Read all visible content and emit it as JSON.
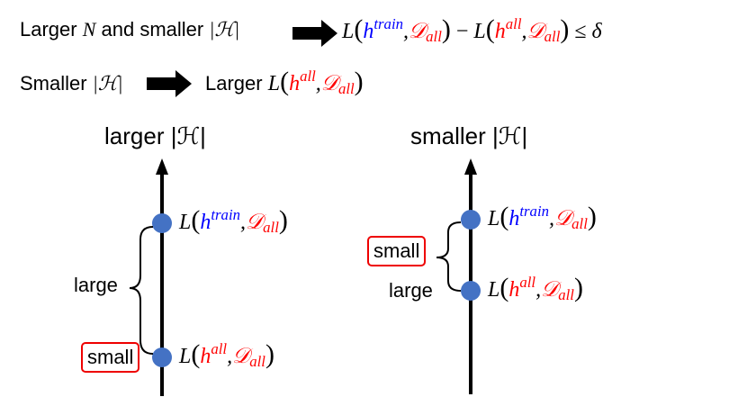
{
  "header": {
    "line1": {
      "prefix": "Larger",
      "N": "N",
      "middle": "and smaller",
      "H": "|ℋ|",
      "L": "L",
      "h": "h",
      "train": "train",
      "all": "all",
      "D": "𝒟",
      "minus": "−",
      "leq": "≤",
      "delta": "δ"
    },
    "line2": {
      "prefix": "Smaller",
      "H": "|ℋ|",
      "result": "Larger",
      "L": "L",
      "h": "h",
      "all": "all",
      "D": "𝒟"
    }
  },
  "left_diagram": {
    "title": "larger |ℋ|",
    "top_label": {
      "L": "L",
      "h": "h",
      "sup": "train",
      "D": "𝒟",
      "sub": "all"
    },
    "bottom_label": {
      "L": "L",
      "h": "h",
      "sup": "all",
      "D": "𝒟",
      "sub": "all"
    },
    "gap_label": "large",
    "boxed_label": "small"
  },
  "right_diagram": {
    "title": "smaller |ℋ|",
    "top_label": {
      "L": "L",
      "h": "h",
      "sup": "train",
      "D": "𝒟",
      "sub": "all"
    },
    "bottom_label": {
      "L": "L",
      "h": "h",
      "sup": "all",
      "D": "𝒟",
      "sub": "all"
    },
    "gap_label": "large",
    "boxed_label": "small"
  },
  "colors": {
    "dot": "#4472C4",
    "train": "#0000ff",
    "all": "#ff0000",
    "box": "#ee0000"
  }
}
